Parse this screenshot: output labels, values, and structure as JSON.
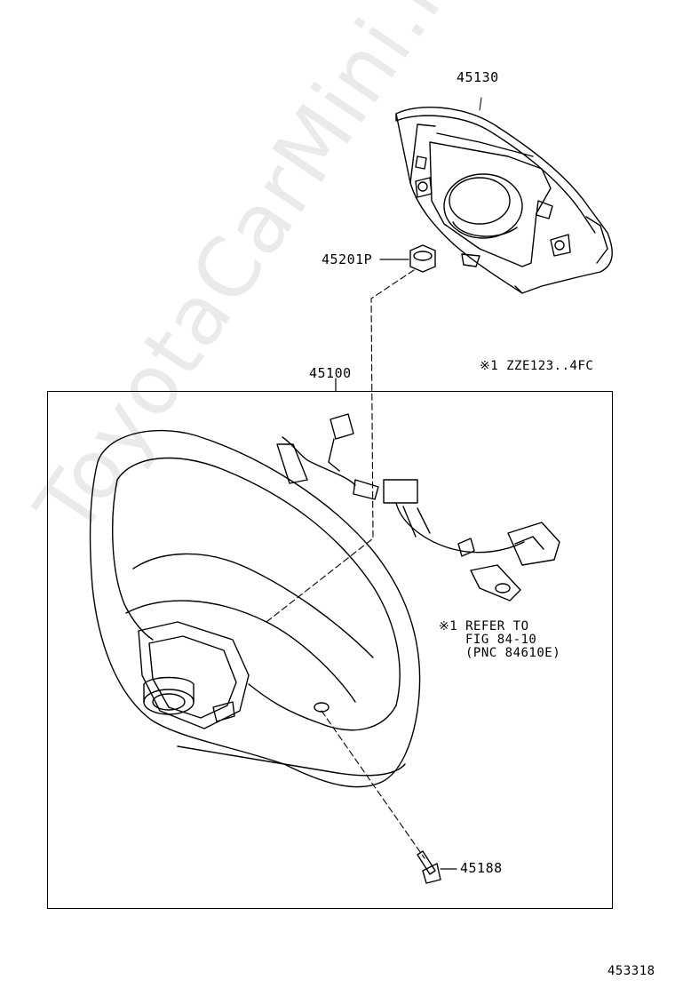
{
  "parts": {
    "pad": "45130",
    "nut": "45201P",
    "wheel": "45100",
    "screw": "45188"
  },
  "applicability": "※1  ZZE123..4FC",
  "refer_note": {
    "line1": "※1 REFER TO",
    "line2": "FIG 84-10",
    "line3": "(PNC 84610E)"
  },
  "figure_number": "453318",
  "watermark": "ToyotaCarMini.ru"
}
